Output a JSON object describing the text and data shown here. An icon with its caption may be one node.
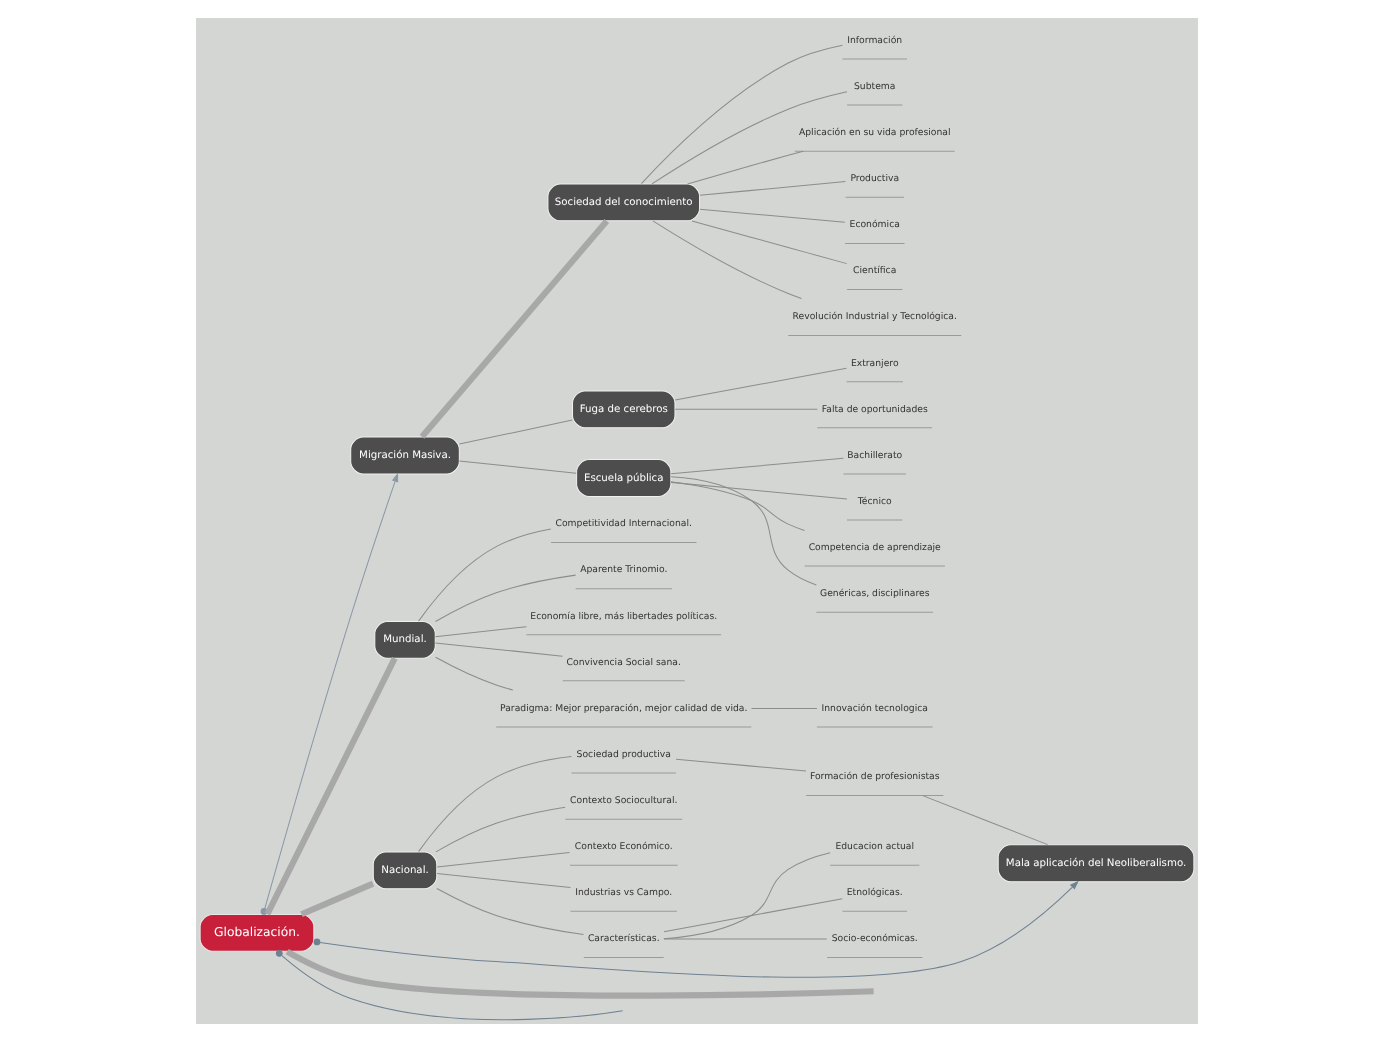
{
  "diagram": {
    "nodes": [
      {
        "text": [
          "Globalización."
        ]
      },
      {
        "text": [
          "Migración Masiva."
        ]
      },
      {
        "text": [
          "Sociedad del conocimiento"
        ]
      },
      {
        "text": [
          "Información"
        ]
      },
      {
        "text": [
          "Subtema"
        ]
      },
      {
        "text": [
          "Aplicación en su vida profesional"
        ]
      },
      {
        "text": [
          "Productiva"
        ]
      },
      {
        "text": [
          "Económica"
        ]
      },
      {
        "text": [
          "Científica"
        ]
      },
      {
        "text": [
          "Revolución Industrial y Tecnológica."
        ]
      },
      {
        "text": [
          "Fuga de cerebros"
        ]
      },
      {
        "text": [
          "Extranjero"
        ]
      },
      {
        "text": [
          "Falta de oportunidades"
        ]
      },
      {
        "text": [
          "Escuela pública"
        ]
      },
      {
        "text": [
          "Bachillerato"
        ]
      },
      {
        "text": [
          "Técnico"
        ]
      },
      {
        "text": [
          "Competencia de aprendizaje"
        ]
      },
      {
        "text": [
          "Genéricas, disciplinares"
        ]
      },
      {
        "text": [
          "Mundial."
        ]
      },
      {
        "text": [
          "Competitividad Internacional."
        ]
      },
      {
        "text": [
          "Aparente Trinomio."
        ]
      },
      {
        "text": [
          "Economía libre, más libertades políticas."
        ]
      },
      {
        "text": [
          "Convivencia Social sana."
        ]
      },
      {
        "text": [
          "Paradigma: Mejor preparación, mejor calidad de vida."
        ]
      },
      {
        "text": [
          "Innovación tecnologica"
        ]
      },
      {
        "text": [
          "Nacional."
        ]
      },
      {
        "text": [
          "Sociedad productiva"
        ]
      },
      {
        "text": [
          "Formación de profesionistas"
        ]
      },
      {
        "text": [
          "Mala aplicación del Neoliberalismo."
        ]
      },
      {
        "text": [
          "Contexto Sociocultural."
        ]
      },
      {
        "text": [
          "Contexto Económico."
        ]
      },
      {
        "text": [
          "Industrias vs Campo."
        ]
      },
      {
        "text": [
          "Características."
        ]
      },
      {
        "text": [
          "Educacion actual"
        ]
      },
      {
        "text": [
          "Etnológicas."
        ]
      },
      {
        "text": [
          "Socio-económicas."
        ]
      }
    ],
    "edges": [
      {
        "from": 0,
        "to": null,
        "arrow": "none",
        "style": "thick"
      },
      {
        "from": 0,
        "to": 1,
        "arrow": "to",
        "color": "#8a98a6"
      },
      {
        "from": 0,
        "to": 28,
        "arrow": "to",
        "color": "#6f8090"
      },
      {
        "from": null,
        "to": 0,
        "arrow": "other",
        "color": "#6f8090"
      },
      {
        "from": 1,
        "to": 2,
        "arrow": "none",
        "style": "thick"
      },
      {
        "from": 2,
        "to": 3,
        "arrow": "none"
      },
      {
        "from": 2,
        "to": 4,
        "arrow": "none"
      },
      {
        "from": 2,
        "to": 5,
        "arrow": "none"
      },
      {
        "from": 2,
        "to": 6,
        "arrow": "none"
      },
      {
        "from": 2,
        "to": 7,
        "arrow": "none"
      },
      {
        "from": 2,
        "to": 8,
        "arrow": "none"
      },
      {
        "from": 2,
        "to": 9,
        "arrow": "none"
      },
      {
        "from": 1,
        "to": 10,
        "arrow": "none"
      },
      {
        "from": 10,
        "to": 11,
        "arrow": "none"
      },
      {
        "from": 10,
        "to": 12,
        "arrow": "none"
      },
      {
        "from": 1,
        "to": 13,
        "arrow": "none"
      },
      {
        "from": 13,
        "to": 14,
        "arrow": "none"
      },
      {
        "from": 13,
        "to": 15,
        "arrow": "none"
      },
      {
        "from": 13,
        "to": 16,
        "arrow": "none"
      },
      {
        "from": 13,
        "to": 17,
        "arrow": "none"
      },
      {
        "from": 0,
        "to": 18,
        "arrow": "none",
        "style": "thick"
      },
      {
        "from": 18,
        "to": 19,
        "arrow": "none"
      },
      {
        "from": 18,
        "to": 20,
        "arrow": "none"
      },
      {
        "from": 18,
        "to": 21,
        "arrow": "none"
      },
      {
        "from": 18,
        "to": 22,
        "arrow": "none"
      },
      {
        "from": 18,
        "to": 23,
        "arrow": "none"
      },
      {
        "from": 23,
        "to": 24,
        "arrow": "none"
      },
      {
        "from": 0,
        "to": 25,
        "arrow": "none",
        "style": "thick"
      },
      {
        "from": 25,
        "to": 26,
        "arrow": "none"
      },
      {
        "from": 26,
        "to": 27,
        "arrow": "none"
      },
      {
        "from": 27,
        "to": 28,
        "arrow": "none"
      },
      {
        "from": 25,
        "to": 29,
        "arrow": "none"
      },
      {
        "from": 25,
        "to": 30,
        "arrow": "none"
      },
      {
        "from": 25,
        "to": 31,
        "arrow": "none"
      },
      {
        "from": 25,
        "to": 32,
        "arrow": "none"
      },
      {
        "from": 32,
        "to": 33,
        "arrow": "none"
      },
      {
        "from": 32,
        "to": 34,
        "arrow": "none"
      },
      {
        "from": 32,
        "to": 35,
        "arrow": "none"
      }
    ]
  }
}
